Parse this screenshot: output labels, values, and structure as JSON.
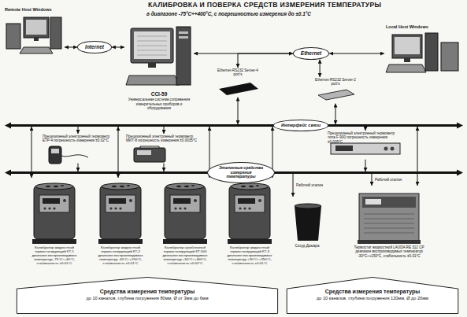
{
  "diagram": {
    "title": "КАЛИБРОВКА И ПОВЕРКА СРЕДСТВ ИЗМЕРЕНИЯ ТЕМПЕРАТУРЫ",
    "nodes": [
      {
        "text": [
          "Remote Host Windows"
        ]
      },
      {
        "text": [
          "Internet"
        ]
      },
      {
        "text": [
          "CCI-59",
          "Универсальная система сопряжения измерительных приборов и оборудования"
        ]
      },
      {
        "text": [
          "Ethernet"
        ]
      },
      {
        "text": [
          "Local Host Windows"
        ]
      },
      {
        "text": [
          "Ethernet-RS232 Server-4 port's"
        ]
      },
      {
        "text": [
          "Ethernet-RS232 Server-2 port's"
        ]
      },
      {
        "text": [
          "Интерфейс связи"
        ]
      },
      {
        "text": [
          "Прецизионный электронный термометр ETP-4 погрешность измерения ±0.02°С"
        ]
      },
      {
        "text": [
          "Прецизионный электронный термометр МИТ-8 погрешность измерения ±0.0035°С"
        ]
      },
      {
        "text": [
          "Прецизионный электронный термометр типа F-900 погрешность измерения ±0.005°С"
        ]
      },
      {
        "text": [
          "Эталонные средства измерения температуры"
        ]
      },
      {
        "text": [
          "Калибратор жидкостный термостатирующий КТ-1 диапазон воспроизводимых температур -75°С÷+40°С, стабильность ±0.01°С"
        ]
      },
      {
        "text": [
          "Калибратор жидкостный термостатирующий КТ-2 диапазон воспроизводимых температур -40°С÷+150°С, стабильность ±0.01°С"
        ]
      },
      {
        "text": [
          "Калибратор сухоблочный термостатирующий КТ-500 диапазон воспроизводимых температур +50°С÷+400°С, стабильность ±0.02°С"
        ]
      },
      {
        "text": [
          "Калибратор жидкостный термостатирующий КТ-3 диапазон воспроизводимых температур +30°С÷+250°С, стабильность ±0.01°С"
        ]
      },
      {
        "text": [
          "Сосуд Дьюара"
        ]
      },
      {
        "text": [
          "Термостат жидкостной LAUDA RE 312 CP диапазон воспроизводимых температур -30°С÷+150°С, стабильность ±0.01°С"
        ]
      },
      {
        "text": [
          "Средства измерения температуры",
          "до 10 каналов, глубина погружения 80мм, Ø от 3мм до 6мм"
        ]
      },
      {
        "text": [
          "Средства измерения температуры",
          "до 10 каналов, глубина погружения 120мм, Ø до 20мм"
        ]
      }
    ],
    "edges": [
      {
        "from": 0,
        "to": 1,
        "arrow": "both"
      },
      {
        "from": 1,
        "to": 2,
        "arrow": "both"
      },
      {
        "from": 2,
        "to": 3,
        "arrow": "both"
      },
      {
        "from": 3,
        "to": 4,
        "arrow": "both"
      },
      {
        "from": 3,
        "to": 5,
        "arrow": "both"
      },
      {
        "from": 3,
        "to": 6,
        "arrow": "both"
      },
      {
        "from": 5,
        "to": 7,
        "arrow": "both"
      },
      {
        "from": 6,
        "to": 7,
        "arrow": "both"
      },
      {
        "from": 7,
        "to": 8,
        "arrow": "to"
      },
      {
        "from": 7,
        "to": 9,
        "arrow": "to"
      },
      {
        "from": 7,
        "to": 10,
        "arrow": "to"
      },
      {
        "from": 8,
        "to": 11,
        "arrow": "to"
      },
      {
        "from": 9,
        "to": 11,
        "arrow": "to"
      },
      {
        "from": 10,
        "to": 11,
        "arrow": "to"
      },
      {
        "from": 7,
        "to": 12,
        "arrow": "both"
      },
      {
        "from": 7,
        "to": 13,
        "arrow": "both"
      },
      {
        "from": 7,
        "to": 14,
        "arrow": "both"
      },
      {
        "from": 7,
        "to": 15,
        "arrow": "both"
      },
      {
        "from": 7,
        "to": 17,
        "arrow": "both"
      },
      {
        "from": 11,
        "to": 16,
        "arrow": "to",
        "label": "Рабочий эталон"
      },
      {
        "from": 11,
        "to": 17,
        "arrow": "to",
        "label": "Рабочий эталон"
      }
    ],
    "labels": [
      "в диапазоне -75°С÷+400°С, с погрешностью измерения до ±0.1°С"
    ]
  }
}
